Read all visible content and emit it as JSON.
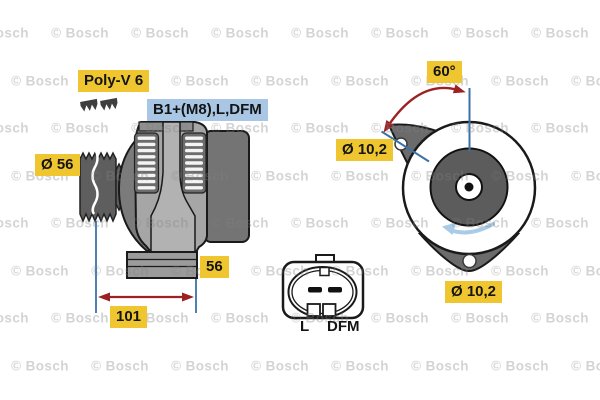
{
  "diagram": {
    "side_view": {
      "belt_type_label": "Poly-V 6",
      "terminal_label": "B1+(M8),L,DFM",
      "pulley_diameter_label": "Ø 56",
      "foot_width_label": "56",
      "mounting_length_label": "101"
    },
    "front_view": {
      "angle_label": "60°",
      "upper_hole_diameter_label": "Ø 10,2",
      "lower_hole_diameter_label": "Ø 10,2"
    },
    "connector": {
      "terminal_left_label": "L",
      "terminal_right_label": "DFM"
    }
  },
  "watermark": {
    "text": "© Bosch"
  },
  "colors": {
    "label_yellow_bg": "#EFC62F",
    "label_blue_bg": "#A9C7E5",
    "dimension_red": "#9C2123",
    "dimension_blue": "#3A72A8",
    "rotation_arrow_blue": "#A9CBE6",
    "watermark_gray": "#DCDCDC",
    "body_gray": "#A6A6A6",
    "dark_gray": "#5E5E5E"
  }
}
